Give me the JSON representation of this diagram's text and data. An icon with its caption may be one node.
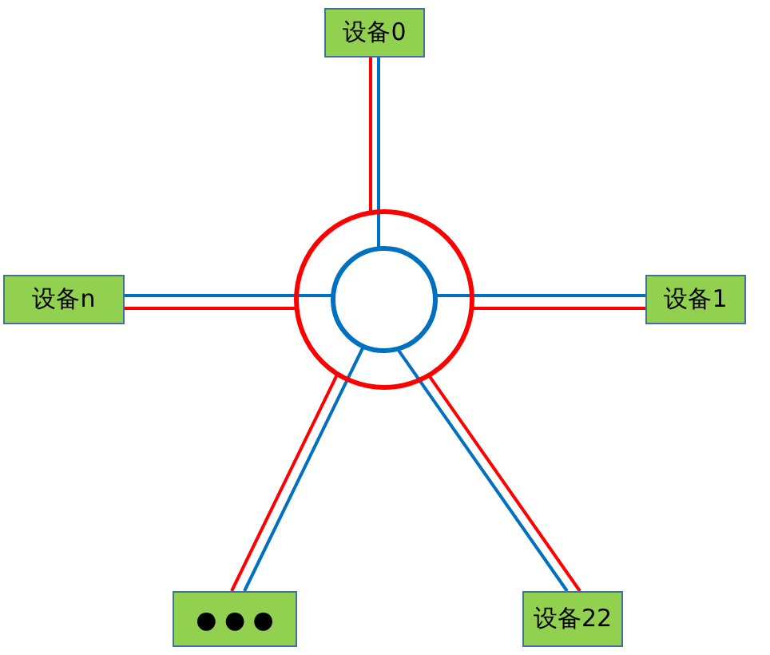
{
  "diagram": {
    "nodes": [
      {
        "text": [
          "设备0"
        ]
      },
      {
        "text": [
          "设备1"
        ]
      },
      {
        "text": [
          "设备22"
        ]
      },
      {
        "text": [
          "● ● ●"
        ]
      },
      {
        "text": [
          "设备n"
        ]
      },
      {
        "text": [],
        "shape": "circle"
      },
      {
        "text": [],
        "shape": "circle",
        "in": 5
      }
    ],
    "edges": [
      {
        "from": 0,
        "to": 5,
        "arrow": "none",
        "color": "#ff0000"
      },
      {
        "from": 0,
        "to": 6,
        "arrow": "none",
        "color": "#0070c0"
      },
      {
        "from": 1,
        "to": 5,
        "arrow": "none",
        "color": "#ff0000"
      },
      {
        "from": 1,
        "to": 6,
        "arrow": "none",
        "color": "#0070c0"
      },
      {
        "from": 2,
        "to": 5,
        "arrow": "none",
        "color": "#ff0000"
      },
      {
        "from": 2,
        "to": 6,
        "arrow": "none",
        "color": "#0070c0"
      },
      {
        "from": 3,
        "to": 5,
        "arrow": "none",
        "color": "#ff0000"
      },
      {
        "from": 3,
        "to": 6,
        "arrow": "none",
        "color": "#0070c0"
      },
      {
        "from": 4,
        "to": 5,
        "arrow": "none",
        "color": "#ff0000"
      },
      {
        "from": 4,
        "to": 6,
        "arrow": "none",
        "color": "#0070c0"
      }
    ]
  }
}
